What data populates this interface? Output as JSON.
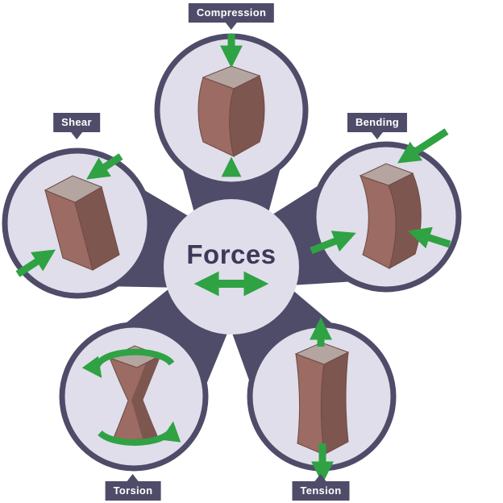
{
  "diagram": {
    "center": {
      "label": "Forces"
    },
    "nodes": [
      {
        "id": "compression",
        "label": "Compression",
        "arrows": [
          "arrow-down-into-top",
          "arrow-up-into-bottom"
        ]
      },
      {
        "id": "shear",
        "label": "Shear",
        "arrows": [
          "arrow-downleft-into-top",
          "arrow-upright-into-bottom"
        ]
      },
      {
        "id": "bending",
        "label": "Bending",
        "arrows": [
          "arrow-downleft-into-top",
          "arrow-right-into-middle",
          "arrow-upleft-into-bottom"
        ]
      },
      {
        "id": "torsion",
        "label": "Torsion",
        "arrows": [
          "curved-arrow-top",
          "curved-arrow-bottom"
        ]
      },
      {
        "id": "tension",
        "label": "Tension",
        "arrows": [
          "arrow-up-out-of-top",
          "arrow-down-out-of-bottom"
        ]
      }
    ],
    "colors": {
      "slate": "#4e4c69",
      "circle_fill": "#dfdeea",
      "arrow_green": "#2fa244",
      "block_top": "#b4a5a0",
      "block_front": "#9c6b63",
      "block_side": "#7e5650",
      "label_text": "#ffffff",
      "title_text": "#3d3a59",
      "background": "#ffffff"
    }
  }
}
